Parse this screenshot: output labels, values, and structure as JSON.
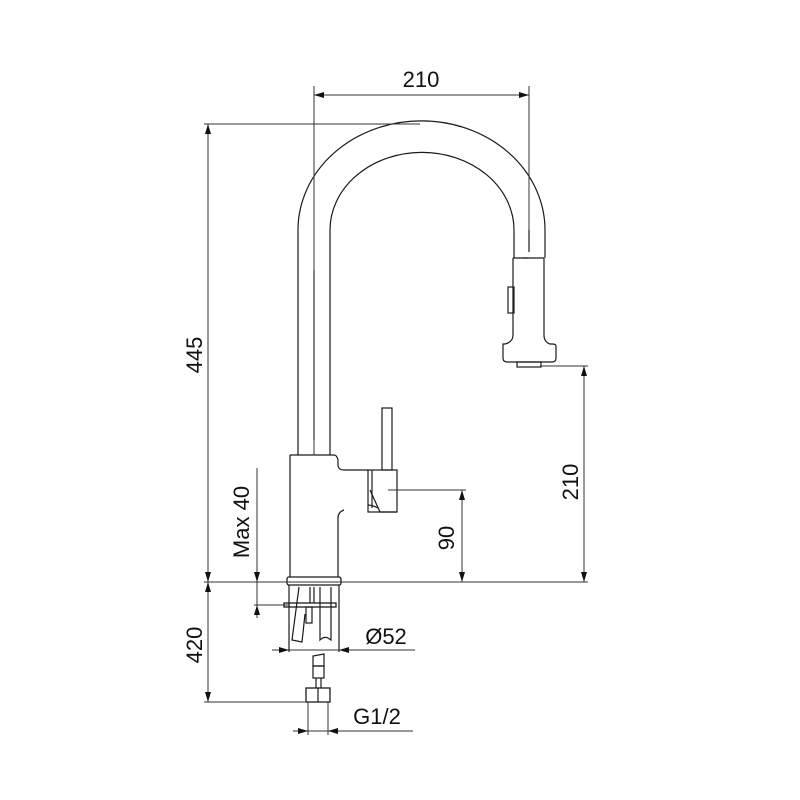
{
  "drawing": {
    "subject": "Pull-down kitchen faucet dimension drawing",
    "units": "mm",
    "line_color": "#1a1a1a",
    "background": "#ffffff"
  },
  "dimensions": {
    "spout_reach": "210",
    "total_height": "445",
    "spout_outlet_height": "210",
    "lever_height": "90",
    "max_deck_thickness": "Max 40",
    "hose_length": "420",
    "base_diameter": "Ø52",
    "connection_thread": "G1/2"
  }
}
